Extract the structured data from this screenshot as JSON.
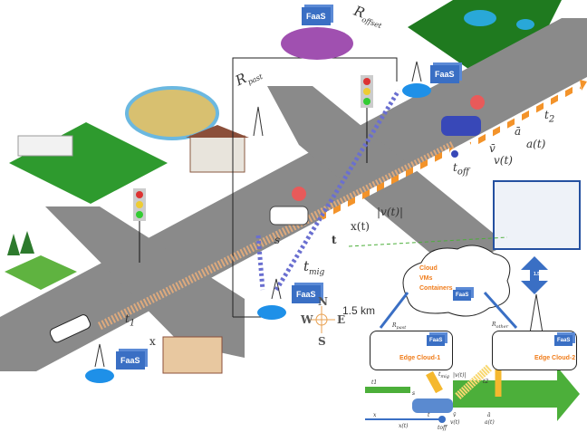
{
  "labels": {
    "faas": "FaaS",
    "r_offset": "R",
    "r_offset_sub": "offset",
    "r_past": "R",
    "r_past_sub": "past",
    "t1": "t",
    "t1_sub": "1",
    "t2": "t",
    "t2_sub": "2",
    "t_off": "t",
    "t_off_sub": "off",
    "t_mig": "t",
    "t_mig_sub": "mig",
    "a_bar": "ā",
    "a_t": "a(t)",
    "v_bar": "v̄",
    "v_t": "v(t)",
    "abs_v_t": "|v(t)|",
    "x_t": "x(t)",
    "t": "t",
    "s": "s",
    "x": "x",
    "distance": "1.5 km"
  },
  "compass": {
    "n": "N",
    "s": "S",
    "e": "E",
    "w": "W"
  },
  "inset": {
    "cloud_lines": [
      "Cloud",
      "VMs",
      "Containers"
    ],
    "edge1": "Edge Cloud-1",
    "edge2": "Edge Cloud-2",
    "r_past": "R",
    "r_past_sub": "past",
    "r_other": "R",
    "r_other_sub": "other",
    "distance_badge": "1.5KM",
    "t_mig": "t",
    "t_mig_sub": "mig",
    "abs_v_t": "|v(t)|",
    "t1": "t1",
    "t2": "t2",
    "s": "s",
    "x": "x",
    "t": "t",
    "x_t": "x(t)",
    "t_off": "toff",
    "v_bar": "v̄",
    "v_t": "v(t)",
    "a_bar": "ā",
    "a_t": "a(t)"
  },
  "colors": {
    "road": "#8a8a8a",
    "grass": "#2e9a2e",
    "faas": "#3a6fc4",
    "cloud": "#a050b0",
    "trajectory": "#f3932a",
    "migration": "#6a6fd0",
    "inset_arrow": "#4caf3a",
    "edge_text": "#f07c1a"
  }
}
